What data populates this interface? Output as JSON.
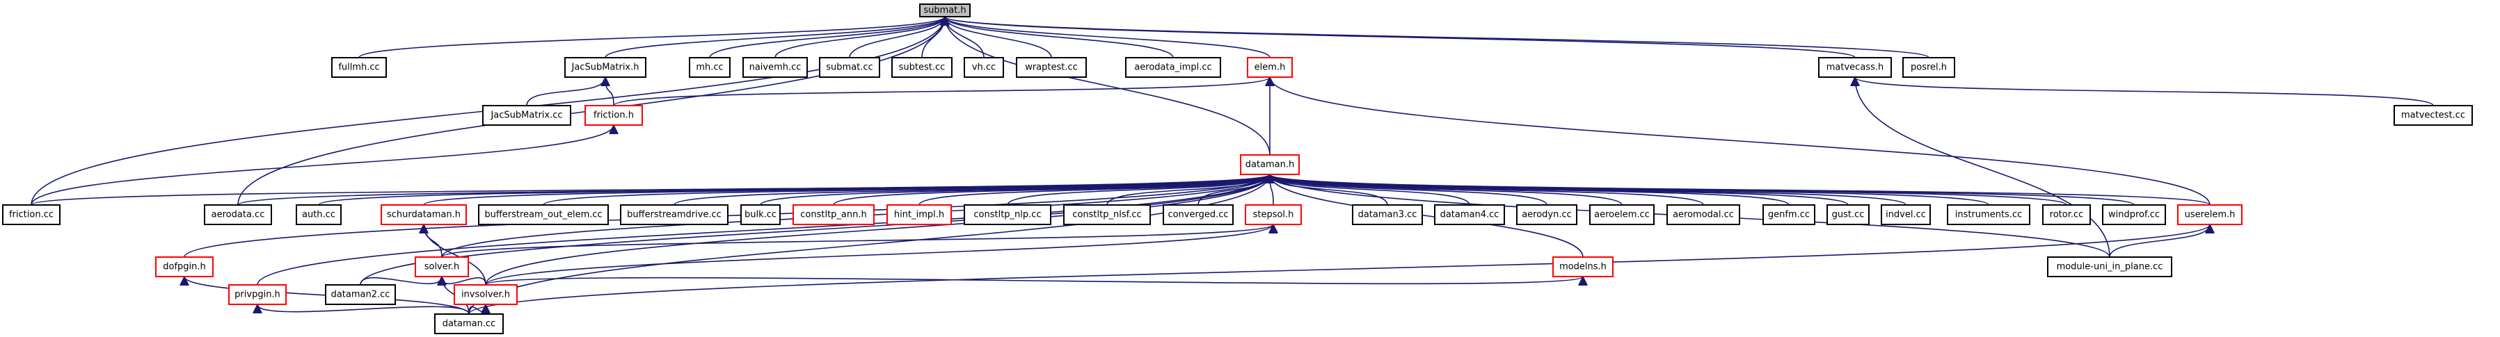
{
  "diagram": {
    "title": "submat.h",
    "colors": {
      "edge": "#191970",
      "node_border": "#000000",
      "node_border_link": "#ff0000",
      "root_fill": "#bfbfbf",
      "node_fill": "#ffffff",
      "text": "#000000"
    },
    "nodes": [
      {
        "id": "submat_h",
        "label": "submat.h",
        "kind": "root"
      },
      {
        "id": "fullmh_cc",
        "label": "fullmh.cc",
        "kind": "plain"
      },
      {
        "id": "jacsubmatrix_h",
        "label": "JacSubMatrix.h",
        "kind": "plain"
      },
      {
        "id": "mh_cc",
        "label": "mh.cc",
        "kind": "plain"
      },
      {
        "id": "naivemh_cc",
        "label": "naivemh.cc",
        "kind": "plain"
      },
      {
        "id": "submat_cc",
        "label": "submat.cc",
        "kind": "plain"
      },
      {
        "id": "subtest_cc",
        "label": "subtest.cc",
        "kind": "plain"
      },
      {
        "id": "vh_cc",
        "label": "vh.cc",
        "kind": "plain"
      },
      {
        "id": "wraptest_cc",
        "label": "wraptest.cc",
        "kind": "plain"
      },
      {
        "id": "aerodata_impl_cc",
        "label": "aerodata_impl.cc",
        "kind": "plain"
      },
      {
        "id": "elem_h",
        "label": "elem.h",
        "kind": "red"
      },
      {
        "id": "matvecass_h",
        "label": "matvecass.h",
        "kind": "plain"
      },
      {
        "id": "posrel_h",
        "label": "posrel.h",
        "kind": "plain"
      },
      {
        "id": "jacsubmatrix_cc",
        "label": "JacSubMatrix.cc",
        "kind": "plain"
      },
      {
        "id": "friction_h",
        "label": "friction.h",
        "kind": "red"
      },
      {
        "id": "matvectest_cc",
        "label": "matvectest.cc",
        "kind": "plain"
      },
      {
        "id": "dataman_h",
        "label": "dataman.h",
        "kind": "red"
      },
      {
        "id": "friction_cc",
        "label": "friction.cc",
        "kind": "plain"
      },
      {
        "id": "aerodata_cc",
        "label": "aerodata.cc",
        "kind": "plain"
      },
      {
        "id": "auth_cc",
        "label": "auth.cc",
        "kind": "plain"
      },
      {
        "id": "schurdataman_h",
        "label": "schurdataman.h",
        "kind": "red"
      },
      {
        "id": "bufferstream_out_elem_cc",
        "label": "bufferstream_out_elem.cc",
        "kind": "plain"
      },
      {
        "id": "bufferstreamdrive_cc",
        "label": "bufferstreamdrive.cc",
        "kind": "plain"
      },
      {
        "id": "bulk_cc",
        "label": "bulk.cc",
        "kind": "plain"
      },
      {
        "id": "constltp_ann_h",
        "label": "constltp_ann.h",
        "kind": "red"
      },
      {
        "id": "hint_impl_h",
        "label": "hint_impl.h",
        "kind": "red"
      },
      {
        "id": "constltp_nlp_cc",
        "label": "constltp_nlp.cc",
        "kind": "plain"
      },
      {
        "id": "constltp_nlsf_cc",
        "label": "constltp_nlsf.cc",
        "kind": "plain"
      },
      {
        "id": "converged_cc",
        "label": "converged.cc",
        "kind": "plain"
      },
      {
        "id": "stepsol_h",
        "label": "stepsol.h",
        "kind": "red"
      },
      {
        "id": "dataman3_cc",
        "label": "dataman3.cc",
        "kind": "plain"
      },
      {
        "id": "dataman4_cc",
        "label": "dataman4.cc",
        "kind": "plain"
      },
      {
        "id": "aerodyn_cc",
        "label": "aerodyn.cc",
        "kind": "plain"
      },
      {
        "id": "aeroelem_cc",
        "label": "aeroelem.cc",
        "kind": "plain"
      },
      {
        "id": "aeromodal_cc",
        "label": "aeromodal.cc",
        "kind": "plain"
      },
      {
        "id": "genfm_cc",
        "label": "genfm.cc",
        "kind": "plain"
      },
      {
        "id": "gust_cc",
        "label": "gust.cc",
        "kind": "plain"
      },
      {
        "id": "indvel_cc",
        "label": "indvel.cc",
        "kind": "plain"
      },
      {
        "id": "instruments_cc",
        "label": "instruments.cc",
        "kind": "plain"
      },
      {
        "id": "rotor_cc",
        "label": "rotor.cc",
        "kind": "plain"
      },
      {
        "id": "windprof_cc",
        "label": "windprof.cc",
        "kind": "plain"
      },
      {
        "id": "userelem_h",
        "label": "userelem.h",
        "kind": "red"
      },
      {
        "id": "dofpgin_h",
        "label": "dofpgin.h",
        "kind": "red"
      },
      {
        "id": "solver_h",
        "label": "solver.h",
        "kind": "red"
      },
      {
        "id": "modelns_h",
        "label": "modelns.h",
        "kind": "red"
      },
      {
        "id": "module_uni_in_plane_cc",
        "label": "module-uni_in_plane.cc",
        "kind": "plain"
      },
      {
        "id": "privpgin_h",
        "label": "privpgin.h",
        "kind": "red"
      },
      {
        "id": "dataman2_cc",
        "label": "dataman2.cc",
        "kind": "plain"
      },
      {
        "id": "invsolver_h",
        "label": "invsolver.h",
        "kind": "red"
      },
      {
        "id": "dataman_cc",
        "label": "dataman.cc",
        "kind": "plain"
      }
    ],
    "edges": [
      [
        "fullmh_cc",
        "submat_h"
      ],
      [
        "jacsubmatrix_h",
        "submat_h"
      ],
      [
        "mh_cc",
        "submat_h"
      ],
      [
        "naivemh_cc",
        "submat_h"
      ],
      [
        "submat_cc",
        "submat_h"
      ],
      [
        "subtest_cc",
        "submat_h"
      ],
      [
        "vh_cc",
        "submat_h"
      ],
      [
        "wraptest_cc",
        "submat_h"
      ],
      [
        "aerodata_impl_cc",
        "submat_h"
      ],
      [
        "elem_h",
        "submat_h"
      ],
      [
        "matvecass_h",
        "submat_h"
      ],
      [
        "posrel_h",
        "submat_h"
      ],
      [
        "friction_cc",
        "submat_h"
      ],
      [
        "aerodata_cc",
        "submat_h"
      ],
      [
        "dataman_h",
        "submat_h"
      ],
      [
        "jacsubmatrix_cc",
        "jacsubmatrix_h"
      ],
      [
        "friction_h",
        "jacsubmatrix_h"
      ],
      [
        "friction_cc",
        "friction_h"
      ],
      [
        "dataman_h",
        "elem_h"
      ],
      [
        "friction_h",
        "elem_h"
      ],
      [
        "userelem_h",
        "elem_h"
      ],
      [
        "matvectest_cc",
        "matvecass_h"
      ],
      [
        "module_uni_in_plane_cc",
        "matvecass_h"
      ],
      [
        "friction_cc",
        "dataman_h"
      ],
      [
        "aerodata_cc",
        "dataman_h"
      ],
      [
        "auth_cc",
        "dataman_h"
      ],
      [
        "schurdataman_h",
        "dataman_h"
      ],
      [
        "bufferstream_out_elem_cc",
        "dataman_h"
      ],
      [
        "bufferstreamdrive_cc",
        "dataman_h"
      ],
      [
        "bulk_cc",
        "dataman_h"
      ],
      [
        "constltp_ann_h",
        "dataman_h"
      ],
      [
        "hint_impl_h",
        "dataman_h"
      ],
      [
        "constltp_nlp_cc",
        "dataman_h"
      ],
      [
        "constltp_nlsf_cc",
        "dataman_h"
      ],
      [
        "converged_cc",
        "dataman_h"
      ],
      [
        "stepsol_h",
        "dataman_h"
      ],
      [
        "dataman3_cc",
        "dataman_h"
      ],
      [
        "dataman4_cc",
        "dataman_h"
      ],
      [
        "aerodyn_cc",
        "dataman_h"
      ],
      [
        "aeroelem_cc",
        "dataman_h"
      ],
      [
        "aeromodal_cc",
        "dataman_h"
      ],
      [
        "genfm_cc",
        "dataman_h"
      ],
      [
        "gust_cc",
        "dataman_h"
      ],
      [
        "indvel_cc",
        "dataman_h"
      ],
      [
        "instruments_cc",
        "dataman_h"
      ],
      [
        "rotor_cc",
        "dataman_h"
      ],
      [
        "windprof_cc",
        "dataman_h"
      ],
      [
        "userelem_h",
        "dataman_h"
      ],
      [
        "dofpgin_h",
        "dataman_h"
      ],
      [
        "solver_h",
        "dataman_h"
      ],
      [
        "modelns_h",
        "dataman_h"
      ],
      [
        "module_uni_in_plane_cc",
        "dataman_h"
      ],
      [
        "privpgin_h",
        "dataman_h"
      ],
      [
        "dataman2_cc",
        "dataman_h"
      ],
      [
        "invsolver_h",
        "dataman_h"
      ],
      [
        "dataman_cc",
        "dataman_h"
      ],
      [
        "solver_h",
        "schurdataman_h"
      ],
      [
        "invsolver_h",
        "schurdataman_h"
      ],
      [
        "solver_h",
        "stepsol_h"
      ],
      [
        "invsolver_h",
        "stepsol_h"
      ],
      [
        "module_uni_in_plane_cc",
        "userelem_h"
      ],
      [
        "dataman_cc",
        "userelem_h"
      ],
      [
        "dataman_cc",
        "dofpgin_h"
      ],
      [
        "dataman2_cc",
        "solver_h"
      ],
      [
        "invsolver_h",
        "solver_h"
      ],
      [
        "dataman_cc",
        "solver_h"
      ],
      [
        "invsolver_h",
        "modelns_h"
      ],
      [
        "dataman_cc",
        "privpgin_h"
      ],
      [
        "dataman_cc",
        "invsolver_h"
      ]
    ]
  }
}
